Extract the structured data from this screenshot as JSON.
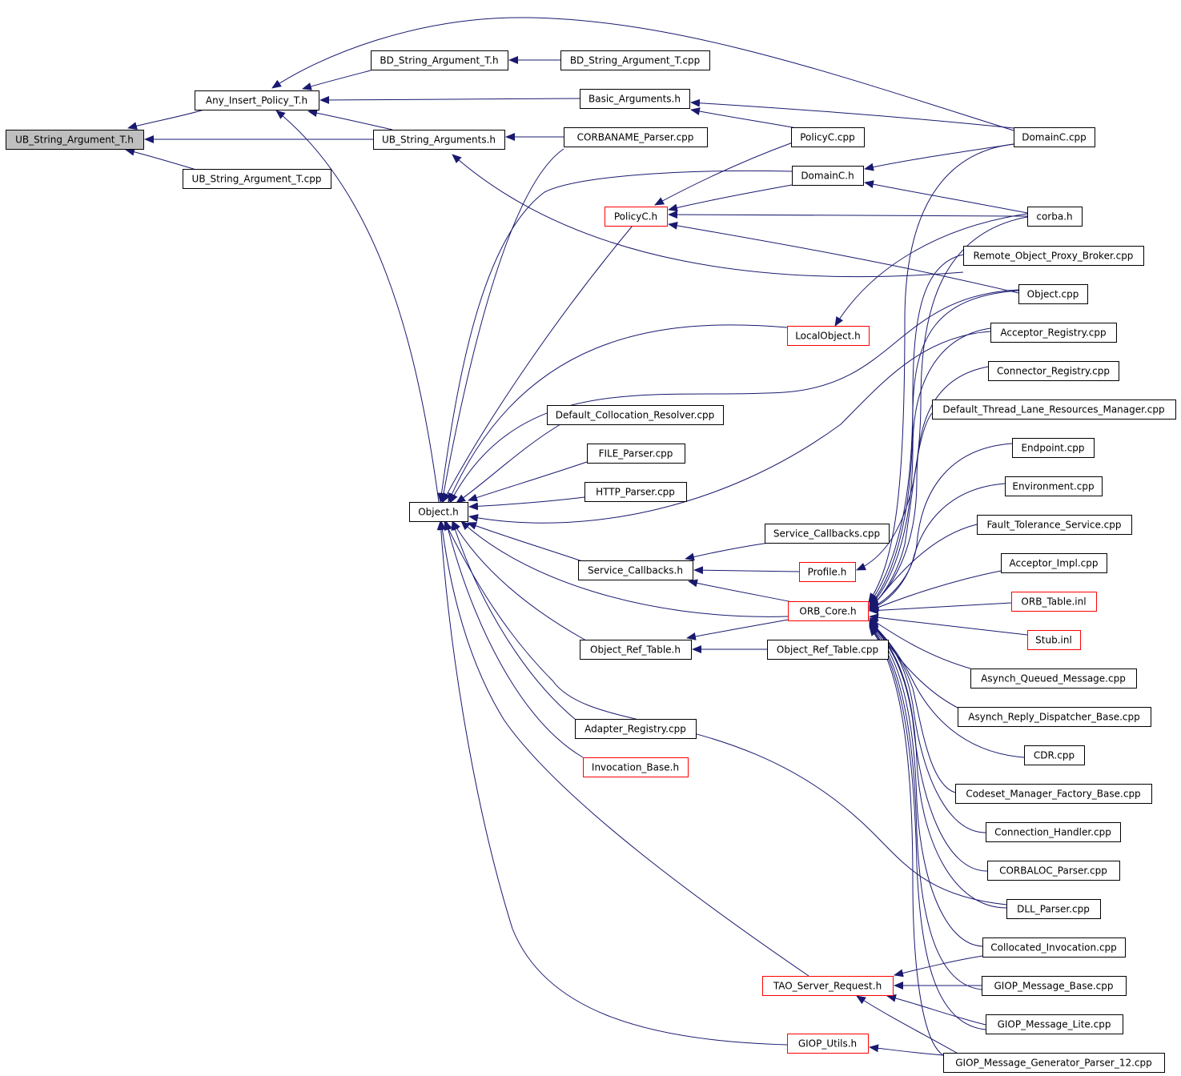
{
  "nodes": [
    {
      "id": "root",
      "label": "UB_String_Argument_T.h",
      "style": "root"
    },
    {
      "id": "anyins",
      "label": "Any_Insert_Policy_T.h",
      "style": "normal"
    },
    {
      "id": "ubcpp",
      "label": "UB_String_Argument_T.cpp",
      "style": "normal"
    },
    {
      "id": "bdh",
      "label": "BD_String_Argument_T.h",
      "style": "normal"
    },
    {
      "id": "bdcpp",
      "label": "BD_String_Argument_T.cpp",
      "style": "normal"
    },
    {
      "id": "basicargs",
      "label": "Basic_Arguments.h",
      "style": "normal"
    },
    {
      "id": "ubargs",
      "label": "UB_String_Arguments.h",
      "style": "normal"
    },
    {
      "id": "corbaname",
      "label": "CORBANAME_Parser.cpp",
      "style": "normal"
    },
    {
      "id": "policyccpp",
      "label": "PolicyC.cpp",
      "style": "normal"
    },
    {
      "id": "domainccpp",
      "label": "DomainC.cpp",
      "style": "normal"
    },
    {
      "id": "domainch",
      "label": "DomainC.h",
      "style": "normal"
    },
    {
      "id": "policych",
      "label": "PolicyC.h",
      "style": "red"
    },
    {
      "id": "corbah",
      "label": "corba.h",
      "style": "normal"
    },
    {
      "id": "ropb",
      "label": "Remote_Object_Proxy_Broker.cpp",
      "style": "normal"
    },
    {
      "id": "objectcpp",
      "label": "Object.cpp",
      "style": "normal"
    },
    {
      "id": "localobj",
      "label": "LocalObject.h",
      "style": "red"
    },
    {
      "id": "accreg",
      "label": "Acceptor_Registry.cpp",
      "style": "normal"
    },
    {
      "id": "connreg",
      "label": "Connector_Registry.cpp",
      "style": "normal"
    },
    {
      "id": "defcoll",
      "label": "Default_Collocation_Resolver.cpp",
      "style": "normal"
    },
    {
      "id": "dtlrm",
      "label": "Default_Thread_Lane_Resources_Manager.cpp",
      "style": "normal"
    },
    {
      "id": "fileparser",
      "label": "FILE_Parser.cpp",
      "style": "normal"
    },
    {
      "id": "endpoint",
      "label": "Endpoint.cpp",
      "style": "normal"
    },
    {
      "id": "httpparser",
      "label": "HTTP_Parser.cpp",
      "style": "normal"
    },
    {
      "id": "environment",
      "label": "Environment.cpp",
      "style": "normal"
    },
    {
      "id": "objecth",
      "label": "Object.h",
      "style": "normal"
    },
    {
      "id": "ftservice",
      "label": "Fault_Tolerance_Service.cpp",
      "style": "normal"
    },
    {
      "id": "servcbcpp",
      "label": "Service_Callbacks.cpp",
      "style": "normal"
    },
    {
      "id": "accimpl",
      "label": "Acceptor_Impl.cpp",
      "style": "normal"
    },
    {
      "id": "servcbh",
      "label": "Service_Callbacks.h",
      "style": "normal"
    },
    {
      "id": "profileh",
      "label": "Profile.h",
      "style": "red"
    },
    {
      "id": "orbtable",
      "label": "ORB_Table.inl",
      "style": "red"
    },
    {
      "id": "orbcore",
      "label": "ORB_Core.h",
      "style": "red"
    },
    {
      "id": "stubinl",
      "label": "Stub.inl",
      "style": "red"
    },
    {
      "id": "objreft",
      "label": "Object_Ref_Table.h",
      "style": "normal"
    },
    {
      "id": "objrefcpp",
      "label": "Object_Ref_Table.cpp",
      "style": "normal"
    },
    {
      "id": "asynchq",
      "label": "Asynch_Queued_Message.cpp",
      "style": "normal"
    },
    {
      "id": "asynchr",
      "label": "Asynch_Reply_Dispatcher_Base.cpp",
      "style": "normal"
    },
    {
      "id": "adapterreg",
      "label": "Adapter_Registry.cpp",
      "style": "normal"
    },
    {
      "id": "cdrcpp",
      "label": "CDR.cpp",
      "style": "normal"
    },
    {
      "id": "invbase",
      "label": "Invocation_Base.h",
      "style": "red"
    },
    {
      "id": "codeset",
      "label": "Codeset_Manager_Factory_Base.cpp",
      "style": "normal"
    },
    {
      "id": "connhandler",
      "label": "Connection_Handler.cpp",
      "style": "normal"
    },
    {
      "id": "corbaloc",
      "label": "CORBALOC_Parser.cpp",
      "style": "normal"
    },
    {
      "id": "dllparser",
      "label": "DLL_Parser.cpp",
      "style": "normal"
    },
    {
      "id": "collinv",
      "label": "Collocated_Invocation.cpp",
      "style": "normal"
    },
    {
      "id": "taoserver",
      "label": "TAO_Server_Request.h",
      "style": "red"
    },
    {
      "id": "giopbase",
      "label": "GIOP_Message_Base.cpp",
      "style": "normal"
    },
    {
      "id": "gioplite",
      "label": "GIOP_Message_Lite.cpp",
      "style": "normal"
    },
    {
      "id": "giputils",
      "label": "GIOP_Utils.h",
      "style": "red"
    },
    {
      "id": "giopgen",
      "label": "GIOP_Message_Generator_Parser_12.cpp",
      "style": "normal"
    }
  ]
}
